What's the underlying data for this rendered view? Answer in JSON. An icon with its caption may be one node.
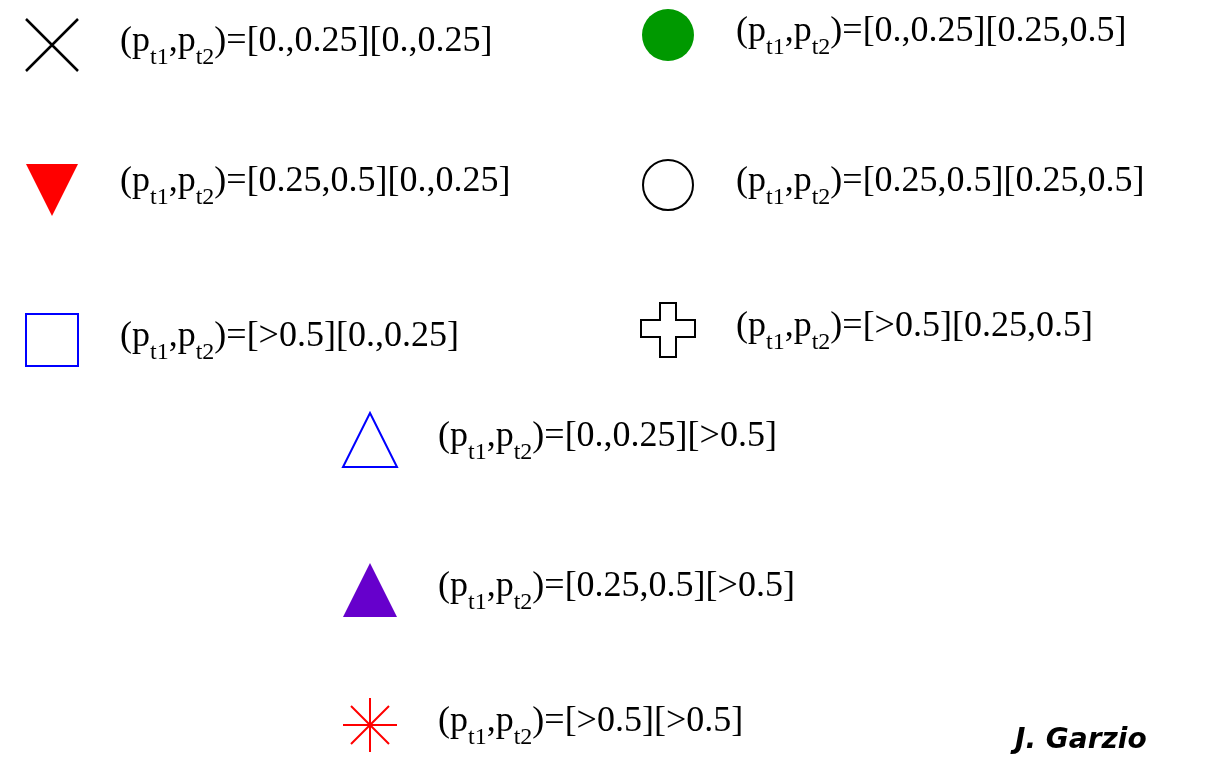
{
  "diagram": {
    "legend": [
      {
        "text": "(p$_{t1}$,p$_{t2}$)=[0.,0.25][0.,0.25]"
      },
      {
        "text": "(p$_{t1}$,p$_{t2}$)=[0.,0.25][0.25,0.5]"
      },
      {
        "text": "(p$_{t1}$,p$_{t2}$)=[0.25,0.5][0.,0.25]"
      },
      {
        "text": "(p$_{t1}$,p$_{t2}$)=[0.25,0.5][0.25,0.5]"
      },
      {
        "text": "(p$_{t1}$,p$_{t2}$)=[>0.5][0.,0.25]"
      },
      {
        "text": "(p$_{t1}$,p$_{t2}$)=[>0.5][0.25,0.5]"
      },
      {
        "text": "(p$_{t1}$,p$_{t2}$)=[0.,0.25][>0.5]"
      },
      {
        "text": "(p$_{t1}$,p$_{t2}$)=[0.25,0.5][>0.5]"
      },
      {
        "text": "(p$_{t1}$,p$_{t2}$)=[>0.5][>0.5]"
      }
    ],
    "labels": [
      "J. Garzio"
    ]
  }
}
